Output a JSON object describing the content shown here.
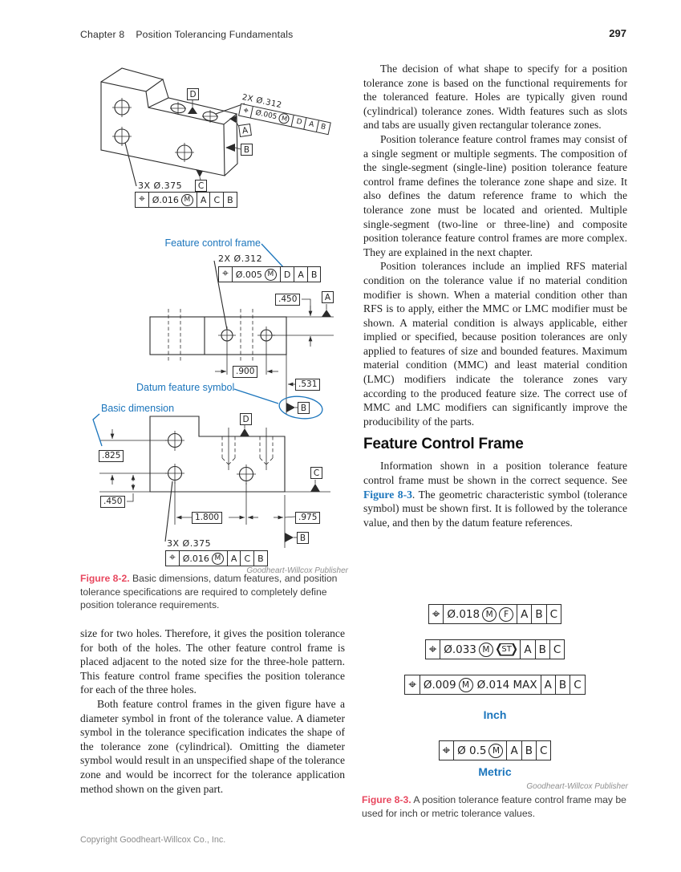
{
  "header": {
    "chapter": "Chapter 8",
    "title": "Position Tolerancing Fundamentals",
    "page": "297"
  },
  "left": {
    "fig82": {
      "labels": {
        "fcf": "Feature control frame",
        "datum": "Datum feature symbol",
        "basic": "Basic dimension"
      },
      "callouts": {
        "two_x": "2X Ø.312",
        "three_x": "3X Ø.375"
      },
      "fcf_005": {
        "sym": "⌖",
        "tol": "Ø.005",
        "mod": "M",
        "d1": "D",
        "d2": "A",
        "d3": "B"
      },
      "fcf_016": {
        "sym": "⌖",
        "tol": "Ø.016",
        "mod": "M",
        "d1": "A",
        "d2": "C",
        "d3": "B"
      },
      "datums": {
        "a": "A",
        "b": "B",
        "c": "C",
        "d": "D"
      },
      "dims": {
        "d450": ".450",
        "d900": ".900",
        "d531": ".531",
        "d825": ".825",
        "d450b": ".450",
        "d1800": "1.800",
        "d975": ".975"
      },
      "credit": "Goodheart-Willcox Publisher",
      "caption_label": "Figure 8-2.",
      "caption_text": "Basic dimensions, datum features, and position tolerance specifications are required to completely define position tolerance requirements."
    },
    "para1": "size for two holes. Therefore, it gives the position tolerance for both of the holes. The other feature control frame is placed adjacent to the noted size for the three-hole pattern. This feature control frame specifies the position tolerance for each of the three holes.",
    "para2": "Both feature control frames in the given figure have a diameter symbol in front of the tolerance value. A diameter symbol in the tolerance specification indicates the shape of the tolerance zone (cylindrical). Omitting the diameter symbol would result in an unspecified shape of the tolerance zone and would be incorrect for the tolerance application method shown on the given part.",
    "copyright": "Copyright Goodheart-Willcox Co., Inc."
  },
  "right": {
    "para1": "The decision of what shape to specify for a position tolerance zone is based on the functional requirements for the toleranced feature. Holes are typically given round (cylindrical) tolerance zones. Width features such as slots and tabs are usually given rectangular tolerance zones.",
    "para2": "Position tolerance feature control frames may consist of a single segment or multiple segments. The composition of the single-segment (single-line) position tolerance feature control frame defines the tolerance zone shape and size. It also defines the datum reference frame to which the tolerance zone must be located and oriented. Multiple single-segment (two-line or three-line) and composite position tolerance feature control frames are more complex. They are explained in the next chapter.",
    "para3": "Position tolerances include an implied RFS material condition on the tolerance value if no material condition modifier is shown. When a material condition other than RFS is to apply, either the MMC or LMC modifier must be shown. A material condition is always applicable, either implied or specified, because position tolerances are only applied to features of size and bounded features. Maximum material condition (MMC) and least material condition (LMC) modifiers indicate the tolerance zones vary according to the produced feature size. The correct use of MMC and LMC modifiers can significantly improve the producibility of the parts.",
    "heading": "Feature Control Frame",
    "para4_pre": "Information shown in a position tolerance feature control frame must be shown in the correct sequence. See ",
    "para4_link": "Figure 8-3",
    "para4_post": ". The geometric characteristic symbol (tolerance symbol) must be shown first. It is followed by the tolerance value, and then by the datum feature references.",
    "fig83": {
      "frames": [
        {
          "sym": "⌖",
          "tol": "Ø.018",
          "mod1": "M",
          "mod2": "F",
          "d1": "A",
          "d2": "B",
          "d3": "C"
        },
        {
          "sym": "⌖",
          "tol": "Ø.033",
          "mod1": "M",
          "st": "ST",
          "d1": "A",
          "d2": "B",
          "d3": "C"
        },
        {
          "sym": "⌖",
          "tol": "Ø.009",
          "mod1": "M",
          "tol2": "Ø.014 MAX",
          "d1": "A",
          "d2": "B",
          "d3": "C"
        }
      ],
      "metric_frame": {
        "sym": "⌖",
        "tol": "Ø 0.5",
        "mod1": "M",
        "d1": "A",
        "d2": "B",
        "d3": "C"
      },
      "inch_label": "Inch",
      "metric_label": "Metric",
      "credit": "Goodheart-Willcox Publisher",
      "caption_label": "Figure 8-3.",
      "caption_text": "A position tolerance feature control frame may be used for inch or metric tolerance values."
    }
  }
}
